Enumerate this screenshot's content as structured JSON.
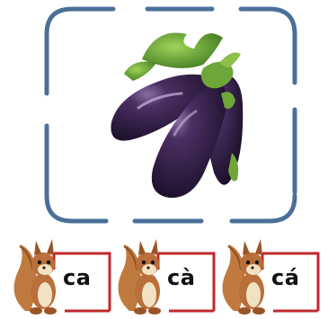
{
  "picture": {
    "icon": "eggplant-icon",
    "frame_color": "#4a7099"
  },
  "choices": [
    {
      "text": "ca",
      "icon": "squirrel-icon"
    },
    {
      "text": "cà",
      "icon": "squirrel-icon"
    },
    {
      "text": "cá",
      "icon": "squirrel-icon"
    }
  ],
  "colors": {
    "frame": "#4a7099",
    "card_border": "#c0282c",
    "eggplant": "#2d1b3f",
    "leaf": "#5d9b2f",
    "squirrel": "#b86f3a"
  }
}
